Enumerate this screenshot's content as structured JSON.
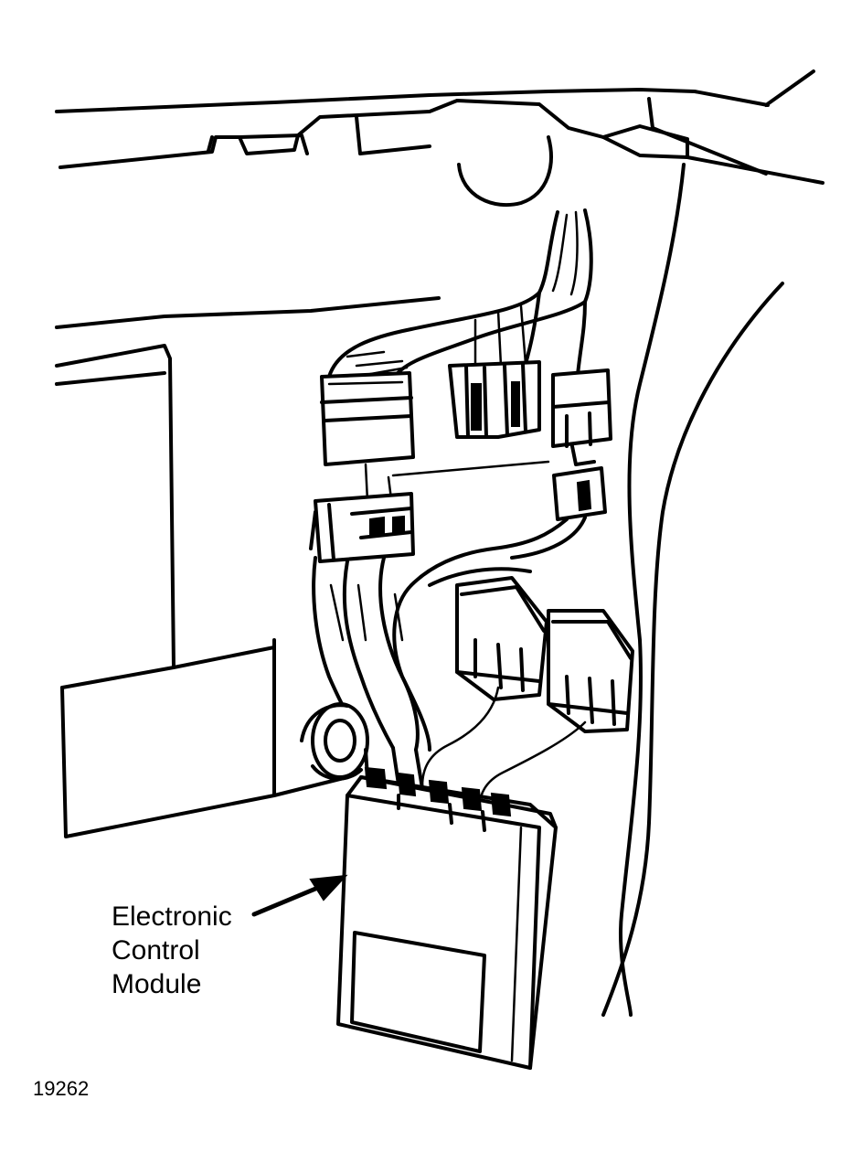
{
  "callout": {
    "line1": "Electronic",
    "line2": "Control",
    "line3": "Module"
  },
  "figure_number": "19262"
}
